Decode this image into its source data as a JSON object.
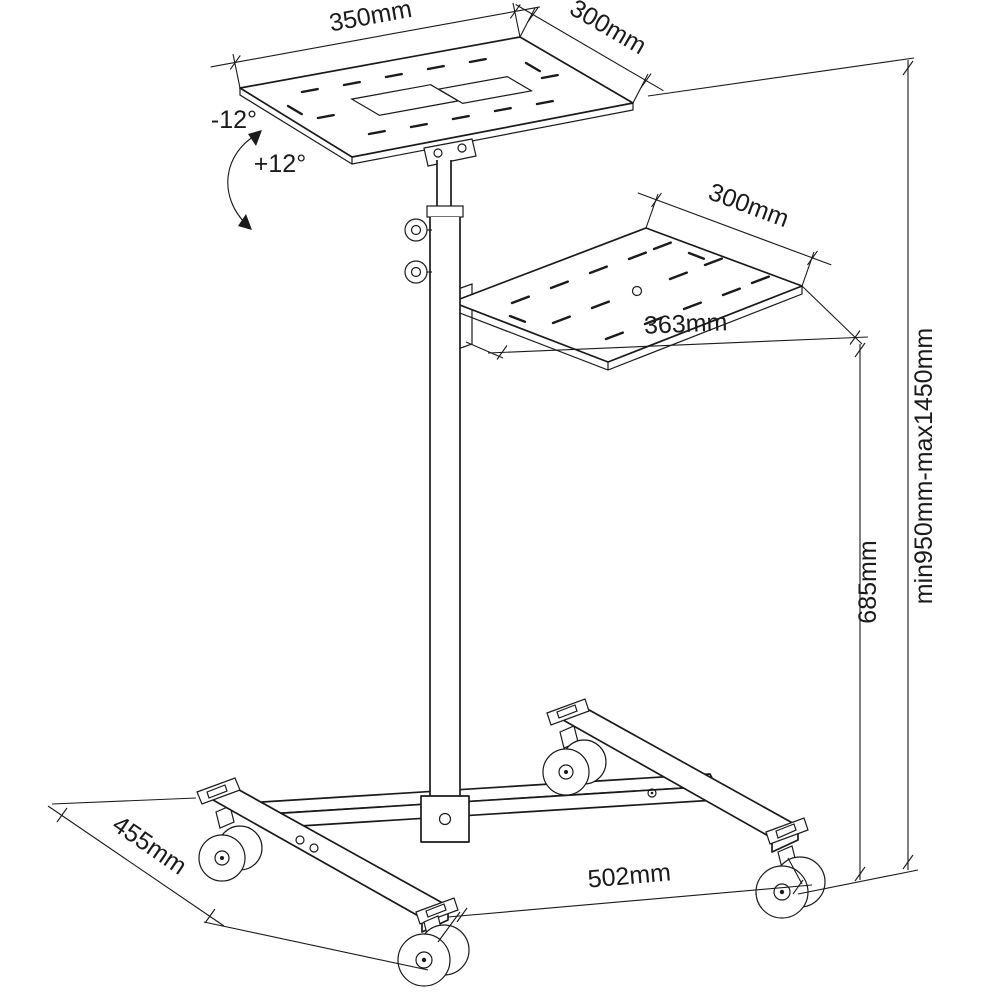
{
  "colors": {
    "line": "#1a1a1a",
    "background": "#ffffff"
  },
  "labels": {
    "top_width": "350mm",
    "top_depth": "300mm",
    "tilt_down": "-12°",
    "tilt_up": "+12°",
    "shelf_depth": "300mm",
    "shelf_width": "363mm",
    "column_height": "685mm",
    "overall_height": "min950mm-max1450mm",
    "base_depth": "455mm",
    "base_width": "502mm"
  }
}
